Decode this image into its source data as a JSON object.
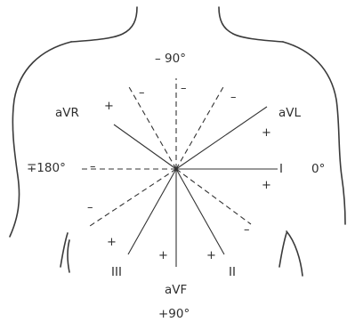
{
  "labels": {
    "minus90": "– 90°",
    "aVR": "aVR",
    "aVL": "aVL",
    "plus_minus_180": "∓180°",
    "lead_I": "I",
    "zero": "0°",
    "III": "III",
    "II": "II",
    "aVF": "aVF",
    "plus90": "+90°"
  },
  "signs": {
    "plus": "+",
    "minus": "–"
  }
}
